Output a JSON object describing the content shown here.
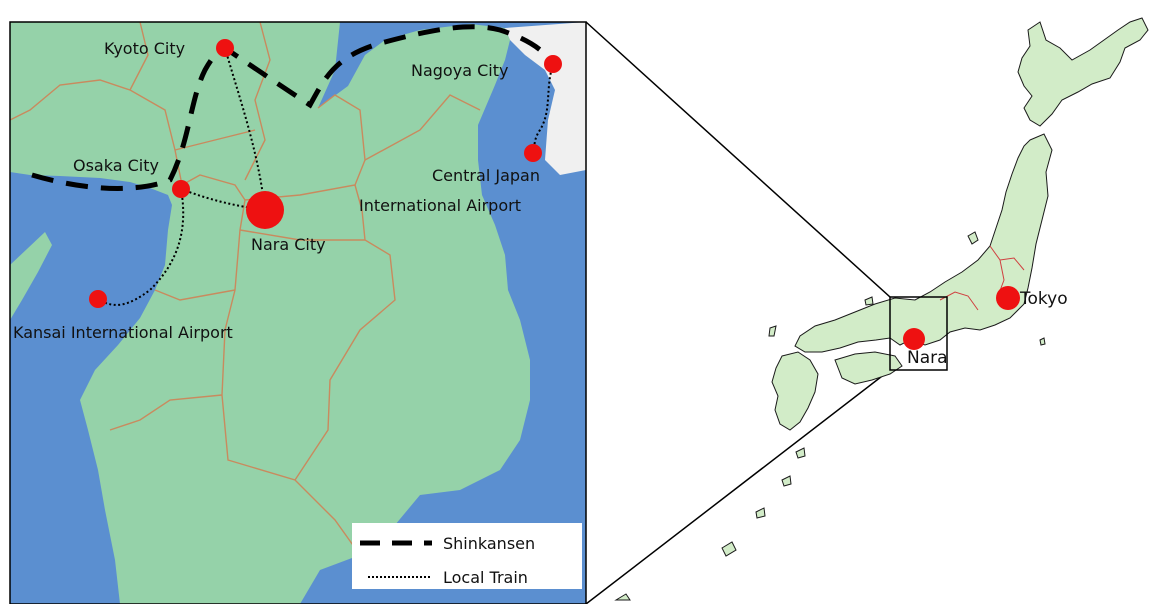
{
  "inset_map": {
    "cities": [
      {
        "name": "Kyoto City"
      },
      {
        "name": "Nagoya City"
      },
      {
        "name": "Osaka City"
      },
      {
        "name": "Nara City"
      }
    ],
    "airports": [
      {
        "name_line1": "Central Japan",
        "name_line2": "International Airport"
      },
      {
        "name": "Kansai International Airport"
      }
    ],
    "legend": {
      "shinkansen": "Shinkansen",
      "local_train": "Local Train"
    }
  },
  "japan_map": {
    "nara_label": "Nara",
    "tokyo_label": "Tokyo"
  },
  "colors": {
    "sea": "#5b8fd0",
    "land": "#95d2a9",
    "japan_land": "#d2ecc8",
    "boundary": "#c98a5e",
    "marker": "#ee1111",
    "other_land": "#f0f0f0"
  }
}
